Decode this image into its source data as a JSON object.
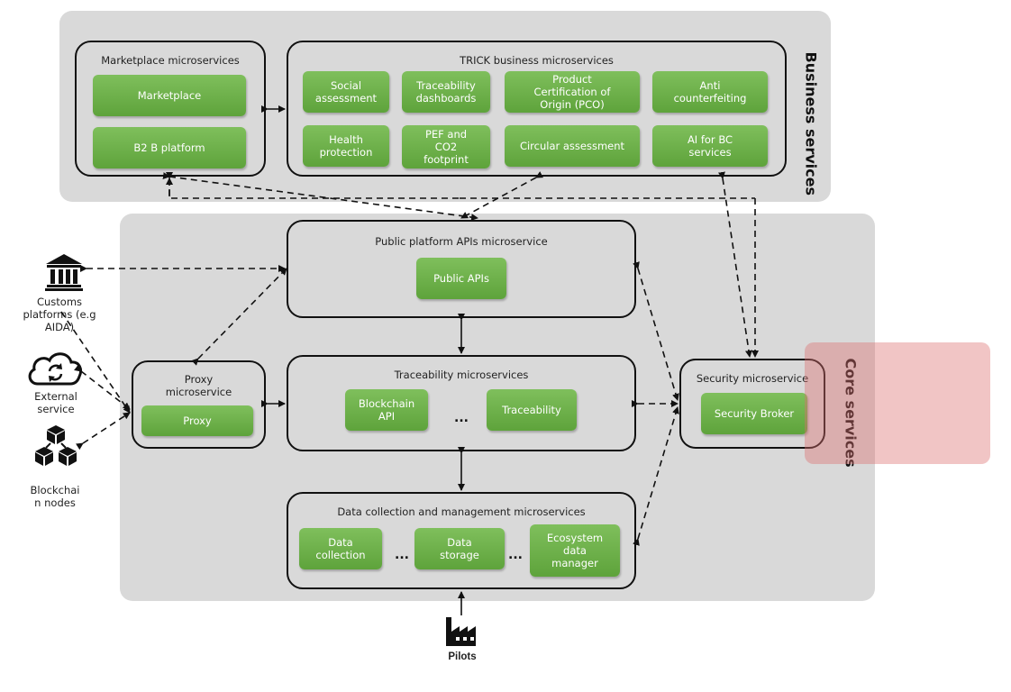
{
  "business": {
    "region_label": "Business services",
    "marketplace": {
      "title": "Marketplace microservices",
      "items": [
        "Marketplace",
        "B2 B platform"
      ]
    },
    "trick": {
      "title": "TRICK business microservices",
      "items": [
        "Social\nassessment",
        "Traceability\ndashboards",
        "Product\nCertification of\nOrigin (PCO)",
        "Anti\ncounterfeiting",
        "Health\nprotection",
        "PEF and\nCO2\nfootprint",
        "Circular assessment",
        "AI for BC\nservices"
      ]
    }
  },
  "core": {
    "region_label": "Core services",
    "public_api": {
      "title": "Public platform APIs microservice",
      "item": "Public APIs"
    },
    "traceability": {
      "title": "Traceability microservices",
      "items": [
        "Blockchain\nAPI",
        "Traceability"
      ],
      "ellipsis": "..."
    },
    "proxy": {
      "title": "Proxy\nmicroservice",
      "item": "Proxy"
    },
    "security": {
      "title": "Security microservice",
      "item": "Security Broker"
    },
    "data": {
      "title": "Data collection and management microservices",
      "items": [
        "Data\ncollection",
        "Data\nstorage",
        "Ecosystem\ndata\nmanager"
      ],
      "ellipsis": [
        "...",
        "..."
      ]
    }
  },
  "external": {
    "customs": {
      "label": "Customs\nplatforms (e.g\nAIDA)",
      "icon": "bank-icon"
    },
    "service": {
      "label": "External\nservice",
      "icon": "cloud-sync-icon"
    },
    "blockchain": {
      "label": "Blockchai\nn nodes",
      "icon": "blockchain-cubes-icon"
    },
    "pilots": {
      "label": "Pilots",
      "icon": "factory-icon"
    }
  },
  "colors": {
    "green": "#6aae47",
    "region": "#d9d9d9",
    "highlight": "#dc6e6e"
  }
}
